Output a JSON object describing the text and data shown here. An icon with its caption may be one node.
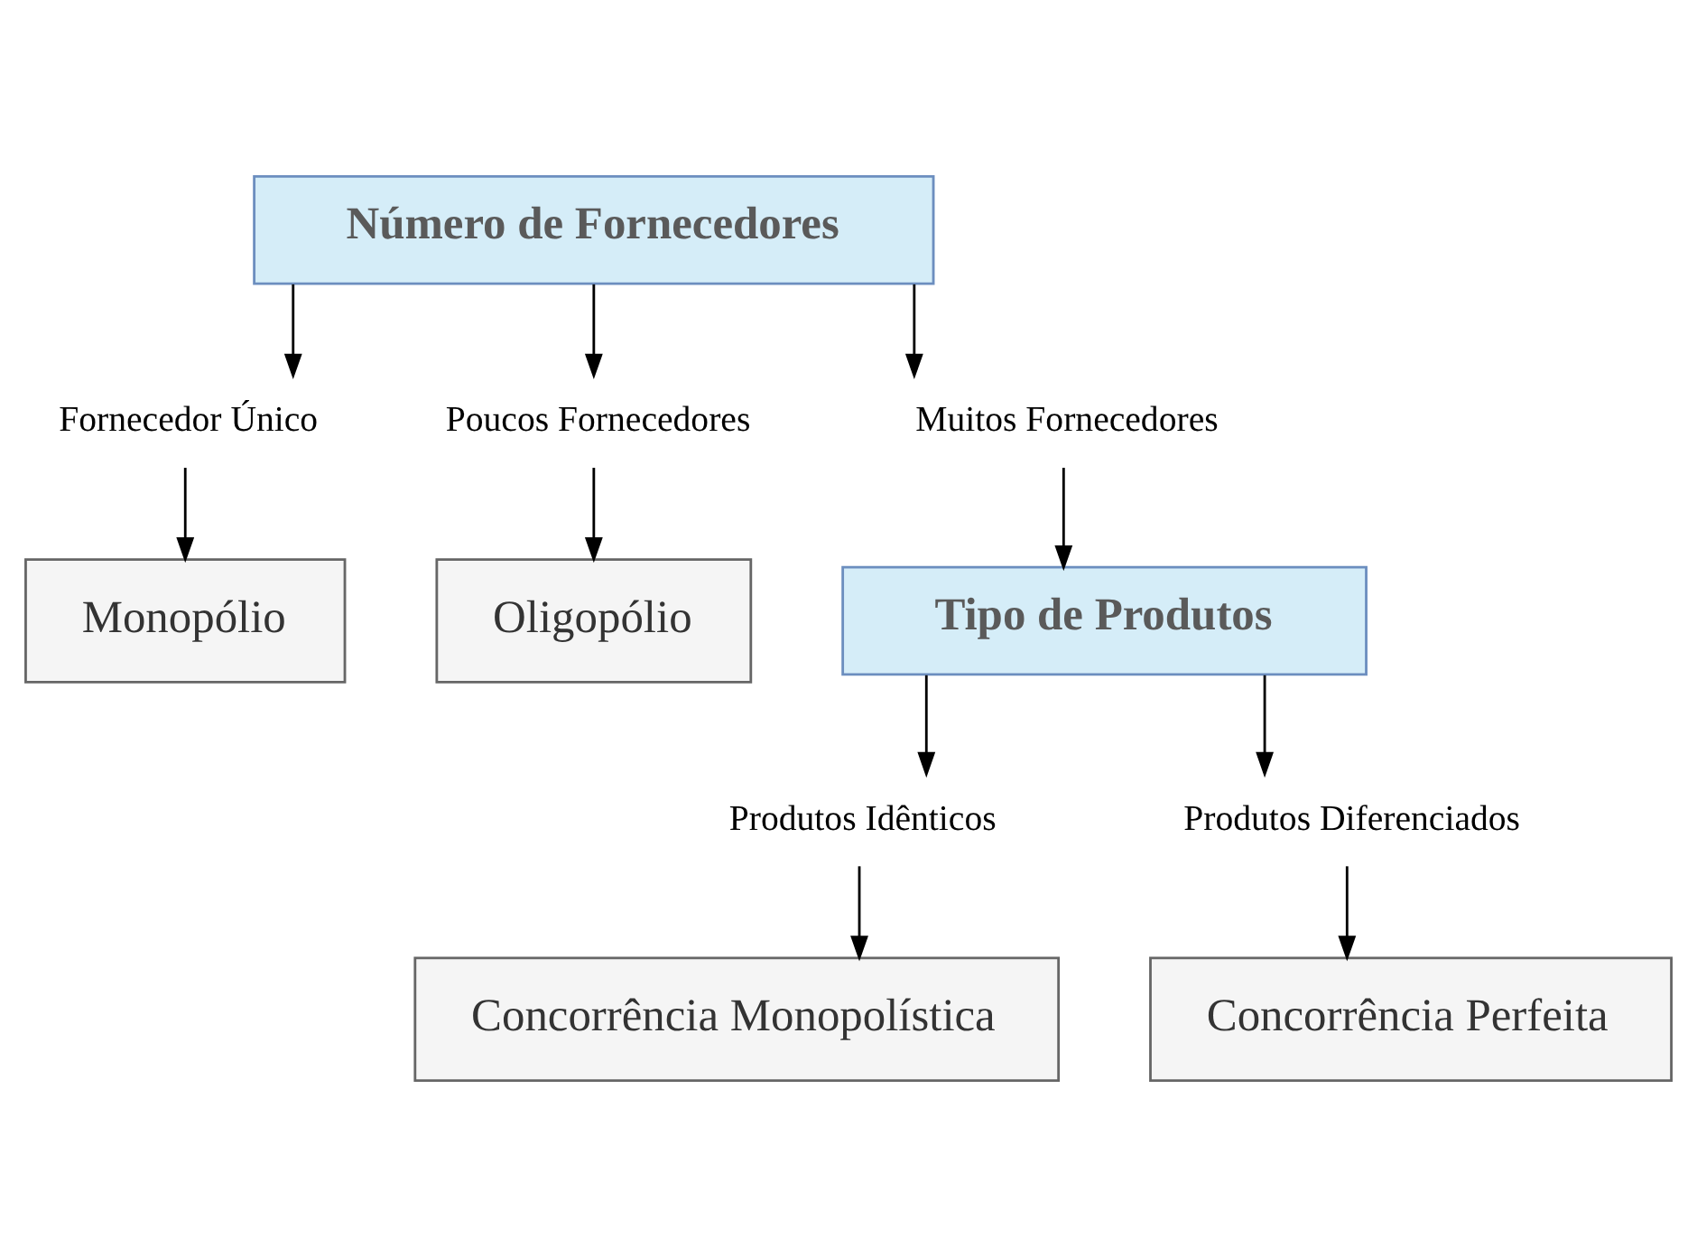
{
  "diagram": {
    "nodes": [
      {
        "text": [
          "Número de Fornecedores"
        ]
      },
      {
        "text": [
          "Fornecedor Único"
        ]
      },
      {
        "text": [
          "Poucos Fornecedores"
        ]
      },
      {
        "text": [
          "Muitos Fornecedores"
        ]
      },
      {
        "text": [
          "Monopólio"
        ]
      },
      {
        "text": [
          "Oligopólio"
        ]
      },
      {
        "text": [
          "Tipo de Produtos"
        ]
      },
      {
        "text": [
          "Produtos Idênticos"
        ]
      },
      {
        "text": [
          "Produtos Diferenciados"
        ]
      },
      {
        "text": [
          "Concorrência Monopolística"
        ]
      },
      {
        "text": [
          "Concorrência Perfeita"
        ]
      }
    ],
    "edges": [
      {
        "from": 0,
        "to": 1,
        "arrow": "to"
      },
      {
        "from": 0,
        "to": 2,
        "arrow": "to"
      },
      {
        "from": 0,
        "to": 3,
        "arrow": "to"
      },
      {
        "from": 1,
        "to": 4,
        "arrow": "to"
      },
      {
        "from": 2,
        "to": 5,
        "arrow": "to"
      },
      {
        "from": 3,
        "to": 6,
        "arrow": "to"
      },
      {
        "from": 6,
        "to": 7,
        "arrow": "to"
      },
      {
        "from": 6,
        "to": 8,
        "arrow": "to"
      },
      {
        "from": 7,
        "to": 9,
        "arrow": "to"
      },
      {
        "from": 8,
        "to": 10,
        "arrow": "to"
      }
    ]
  }
}
